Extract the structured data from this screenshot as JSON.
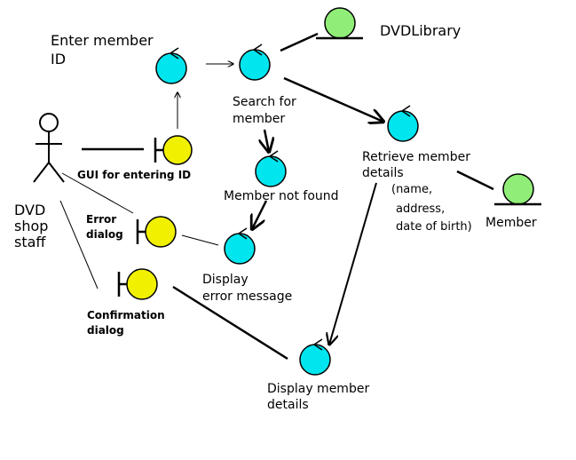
{
  "colors": {
    "control": "#00e5ee",
    "boundary": "#f0f000",
    "entity": "#90ee78",
    "stroke": "#000000"
  },
  "actor": {
    "name": [
      "DVD",
      "shop",
      "staff"
    ]
  },
  "boundaries": {
    "gui_entering_id": "GUI for entering ID",
    "error_dialog": [
      "Error",
      "dialog"
    ],
    "confirmation_dialog": [
      "Confirmation",
      "dialog"
    ]
  },
  "controls": {
    "enter_member_id": [
      "Enter member",
      "ID"
    ],
    "search_for_member": [
      "Search for",
      "member"
    ],
    "member_not_found": "Member not found",
    "display_error_message": [
      "Display",
      "error message"
    ],
    "retrieve_member_details": [
      "Retrieve member",
      "details"
    ],
    "display_member_details": [
      "Display member",
      "details"
    ]
  },
  "entities": {
    "dvd_library": "DVDLibrary",
    "member": "Member"
  },
  "note": [
    "(name,",
    "address,",
    "date of birth)"
  ]
}
